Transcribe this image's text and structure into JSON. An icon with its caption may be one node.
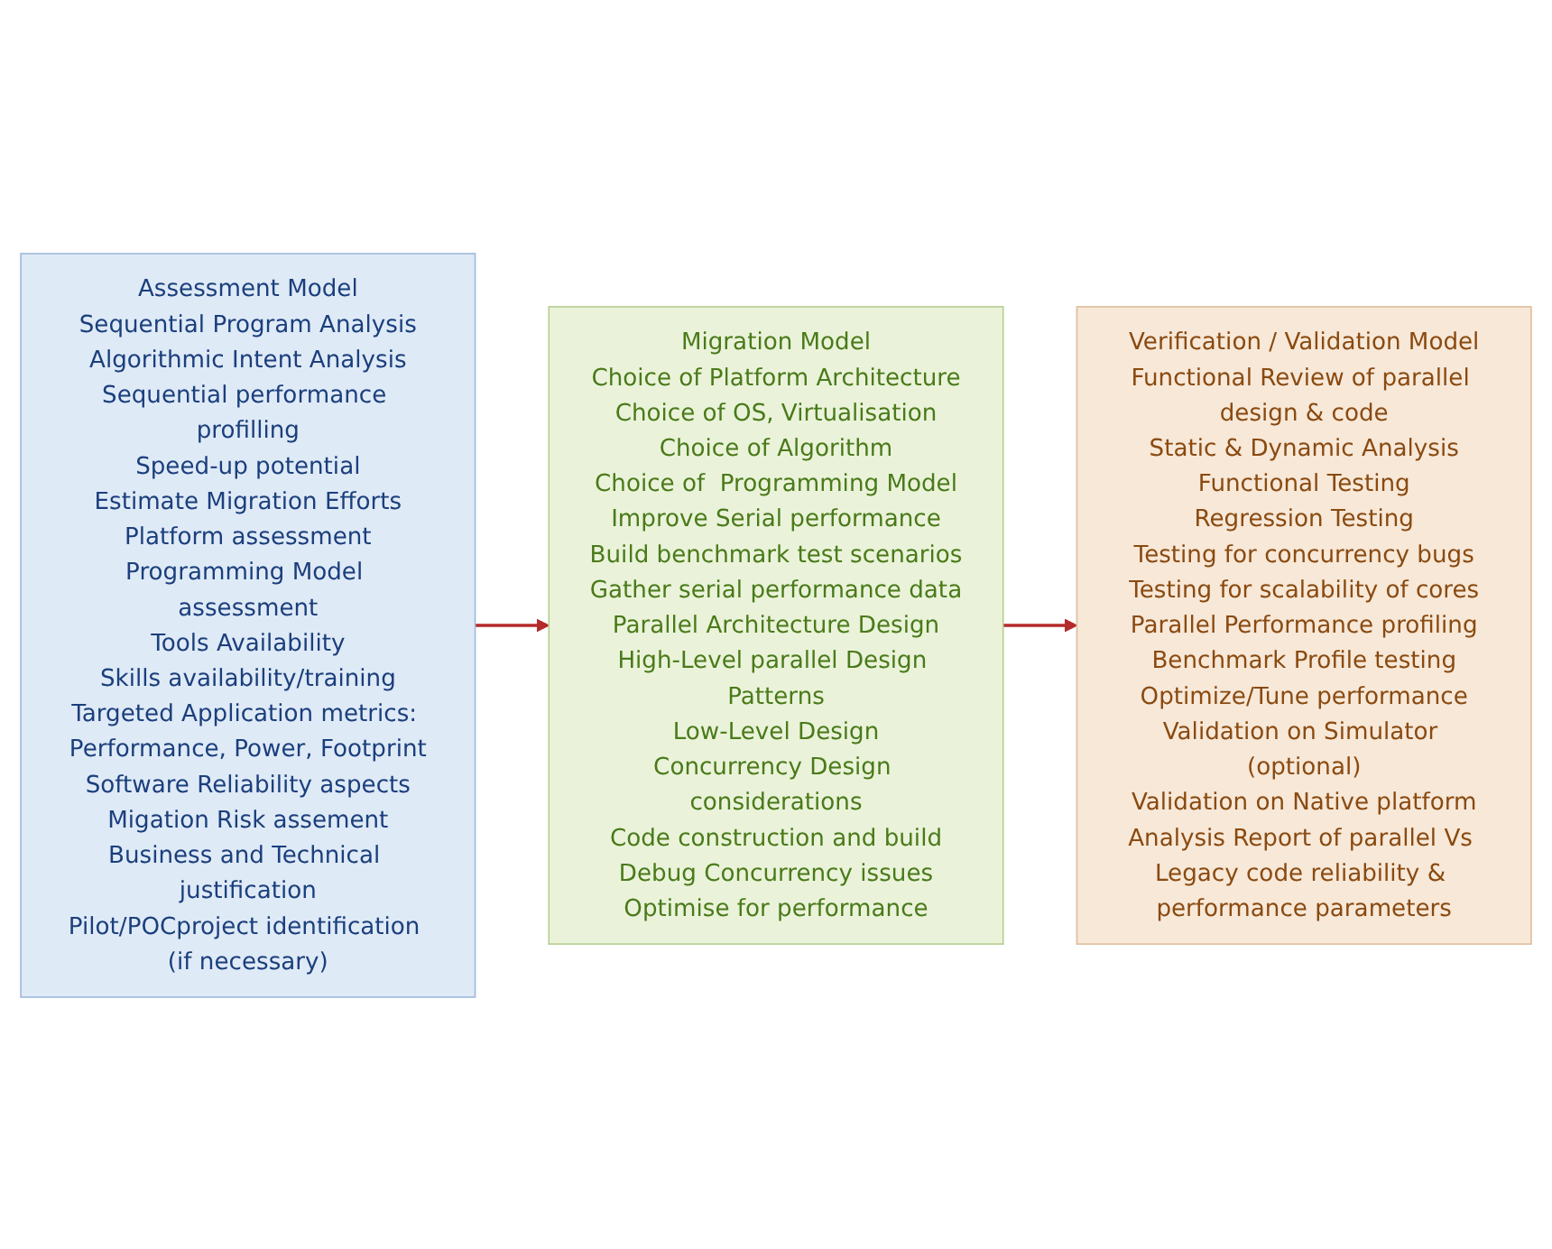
{
  "diagram": {
    "nodes": [
      {
        "text": [
          "Assessment Model",
          "Sequential Program Analysis",
          "Algorithmic Intent Analysis",
          "Sequential performance profilling",
          "Speed-up potential",
          "Estimate Migration Efforts",
          "Platform assessment",
          "Programming Model assessment",
          "Tools Availability",
          "Skills availability/training",
          "Targeted Application metrics: Performance, Power, Footprint",
          "Software Reliability aspects",
          "Migation Risk assement",
          "Business and Technical justification",
          "Pilot/POCproject identification (if necessary)"
        ]
      },
      {
        "text": [
          "Migration Model",
          "Choice of Platform Architecture",
          "Choice of OS, Virtualisation",
          "Choice of Algorithm",
          "Choice of  Programming Model",
          "Improve Serial performance",
          "Build benchmark test scenarios",
          "Gather serial performance data",
          "Parallel Architecture Design",
          "High-Level parallel Design Patterns",
          "Low-Level Design",
          "Concurrency Design considerations",
          "Code construction and build",
          "Debug Concurrency issues",
          "Optimise for performance"
        ]
      },
      {
        "text": [
          "Verification / Validation Model",
          "Functional Review of parallel design & code",
          "Static & Dynamic Analysis",
          "Functional Testing",
          "Regression Testing",
          "Testing for concurrency bugs",
          "Testing for scalability of cores",
          "Parallel Performance profiling",
          "Benchmark Profile testing",
          "Optimize/Tune performance",
          "Validation on Simulator (optional)",
          "Validation on Native platform",
          "Analysis Report of parallel Vs Legacy code reliability & performance parameters"
        ]
      }
    ],
    "edges": [
      {
        "from": 0,
        "to": 1,
        "arrow": "to"
      },
      {
        "from": 1,
        "to": 2,
        "arrow": "to"
      }
    ]
  }
}
